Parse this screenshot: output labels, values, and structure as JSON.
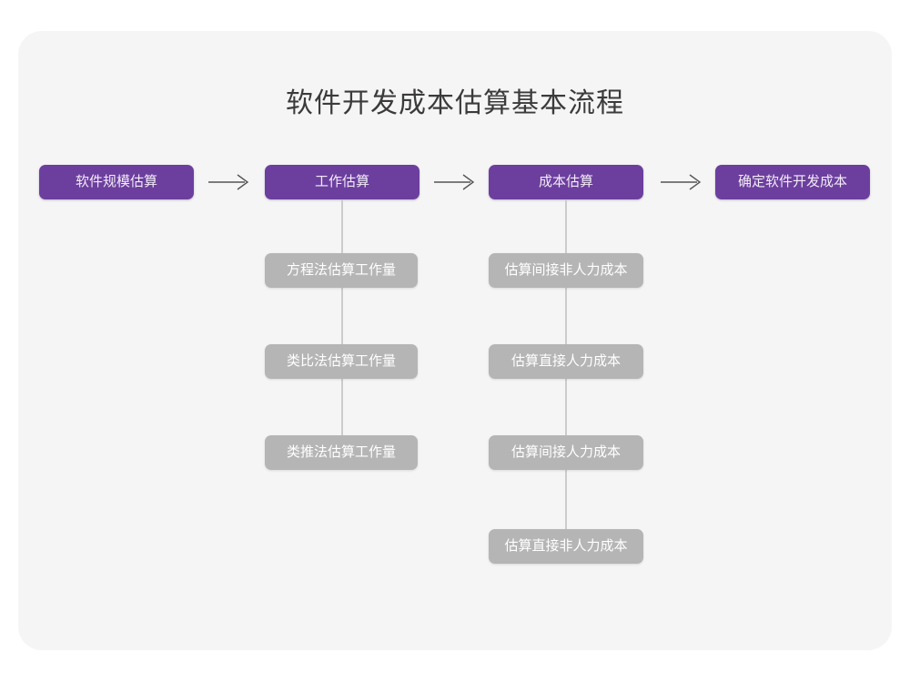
{
  "page": {
    "title": "软件开发成本估算基本流程",
    "background_color": "#ffffff",
    "card_color": "#f5f5f5"
  },
  "theme": {
    "primary_color": "#6c3f9e",
    "secondary_color": "#b5b5b5",
    "connector_color": "#cccccc",
    "arrow_color": "#555555",
    "title_color": "#3c3a3a"
  },
  "flow": {
    "main_steps": [
      {
        "label": "软件规模估算"
      },
      {
        "label": "工作估算"
      },
      {
        "label": "成本估算"
      },
      {
        "label": "确定软件开发成本"
      }
    ],
    "arrows": [
      {
        "name": "arrow-1"
      },
      {
        "name": "arrow-2"
      },
      {
        "name": "arrow-3"
      }
    ],
    "branches": [
      {
        "parent": "工作估算",
        "items": [
          {
            "label": "方程法估算工作量"
          },
          {
            "label": "类比法估算工作量"
          },
          {
            "label": "类推法估算工作量"
          }
        ]
      },
      {
        "parent": "成本估算",
        "items": [
          {
            "label": "估算间接非人力成本"
          },
          {
            "label": "估算直接人力成本"
          },
          {
            "label": "估算间接人力成本"
          },
          {
            "label": "估算直接非人力成本"
          }
        ]
      }
    ]
  }
}
